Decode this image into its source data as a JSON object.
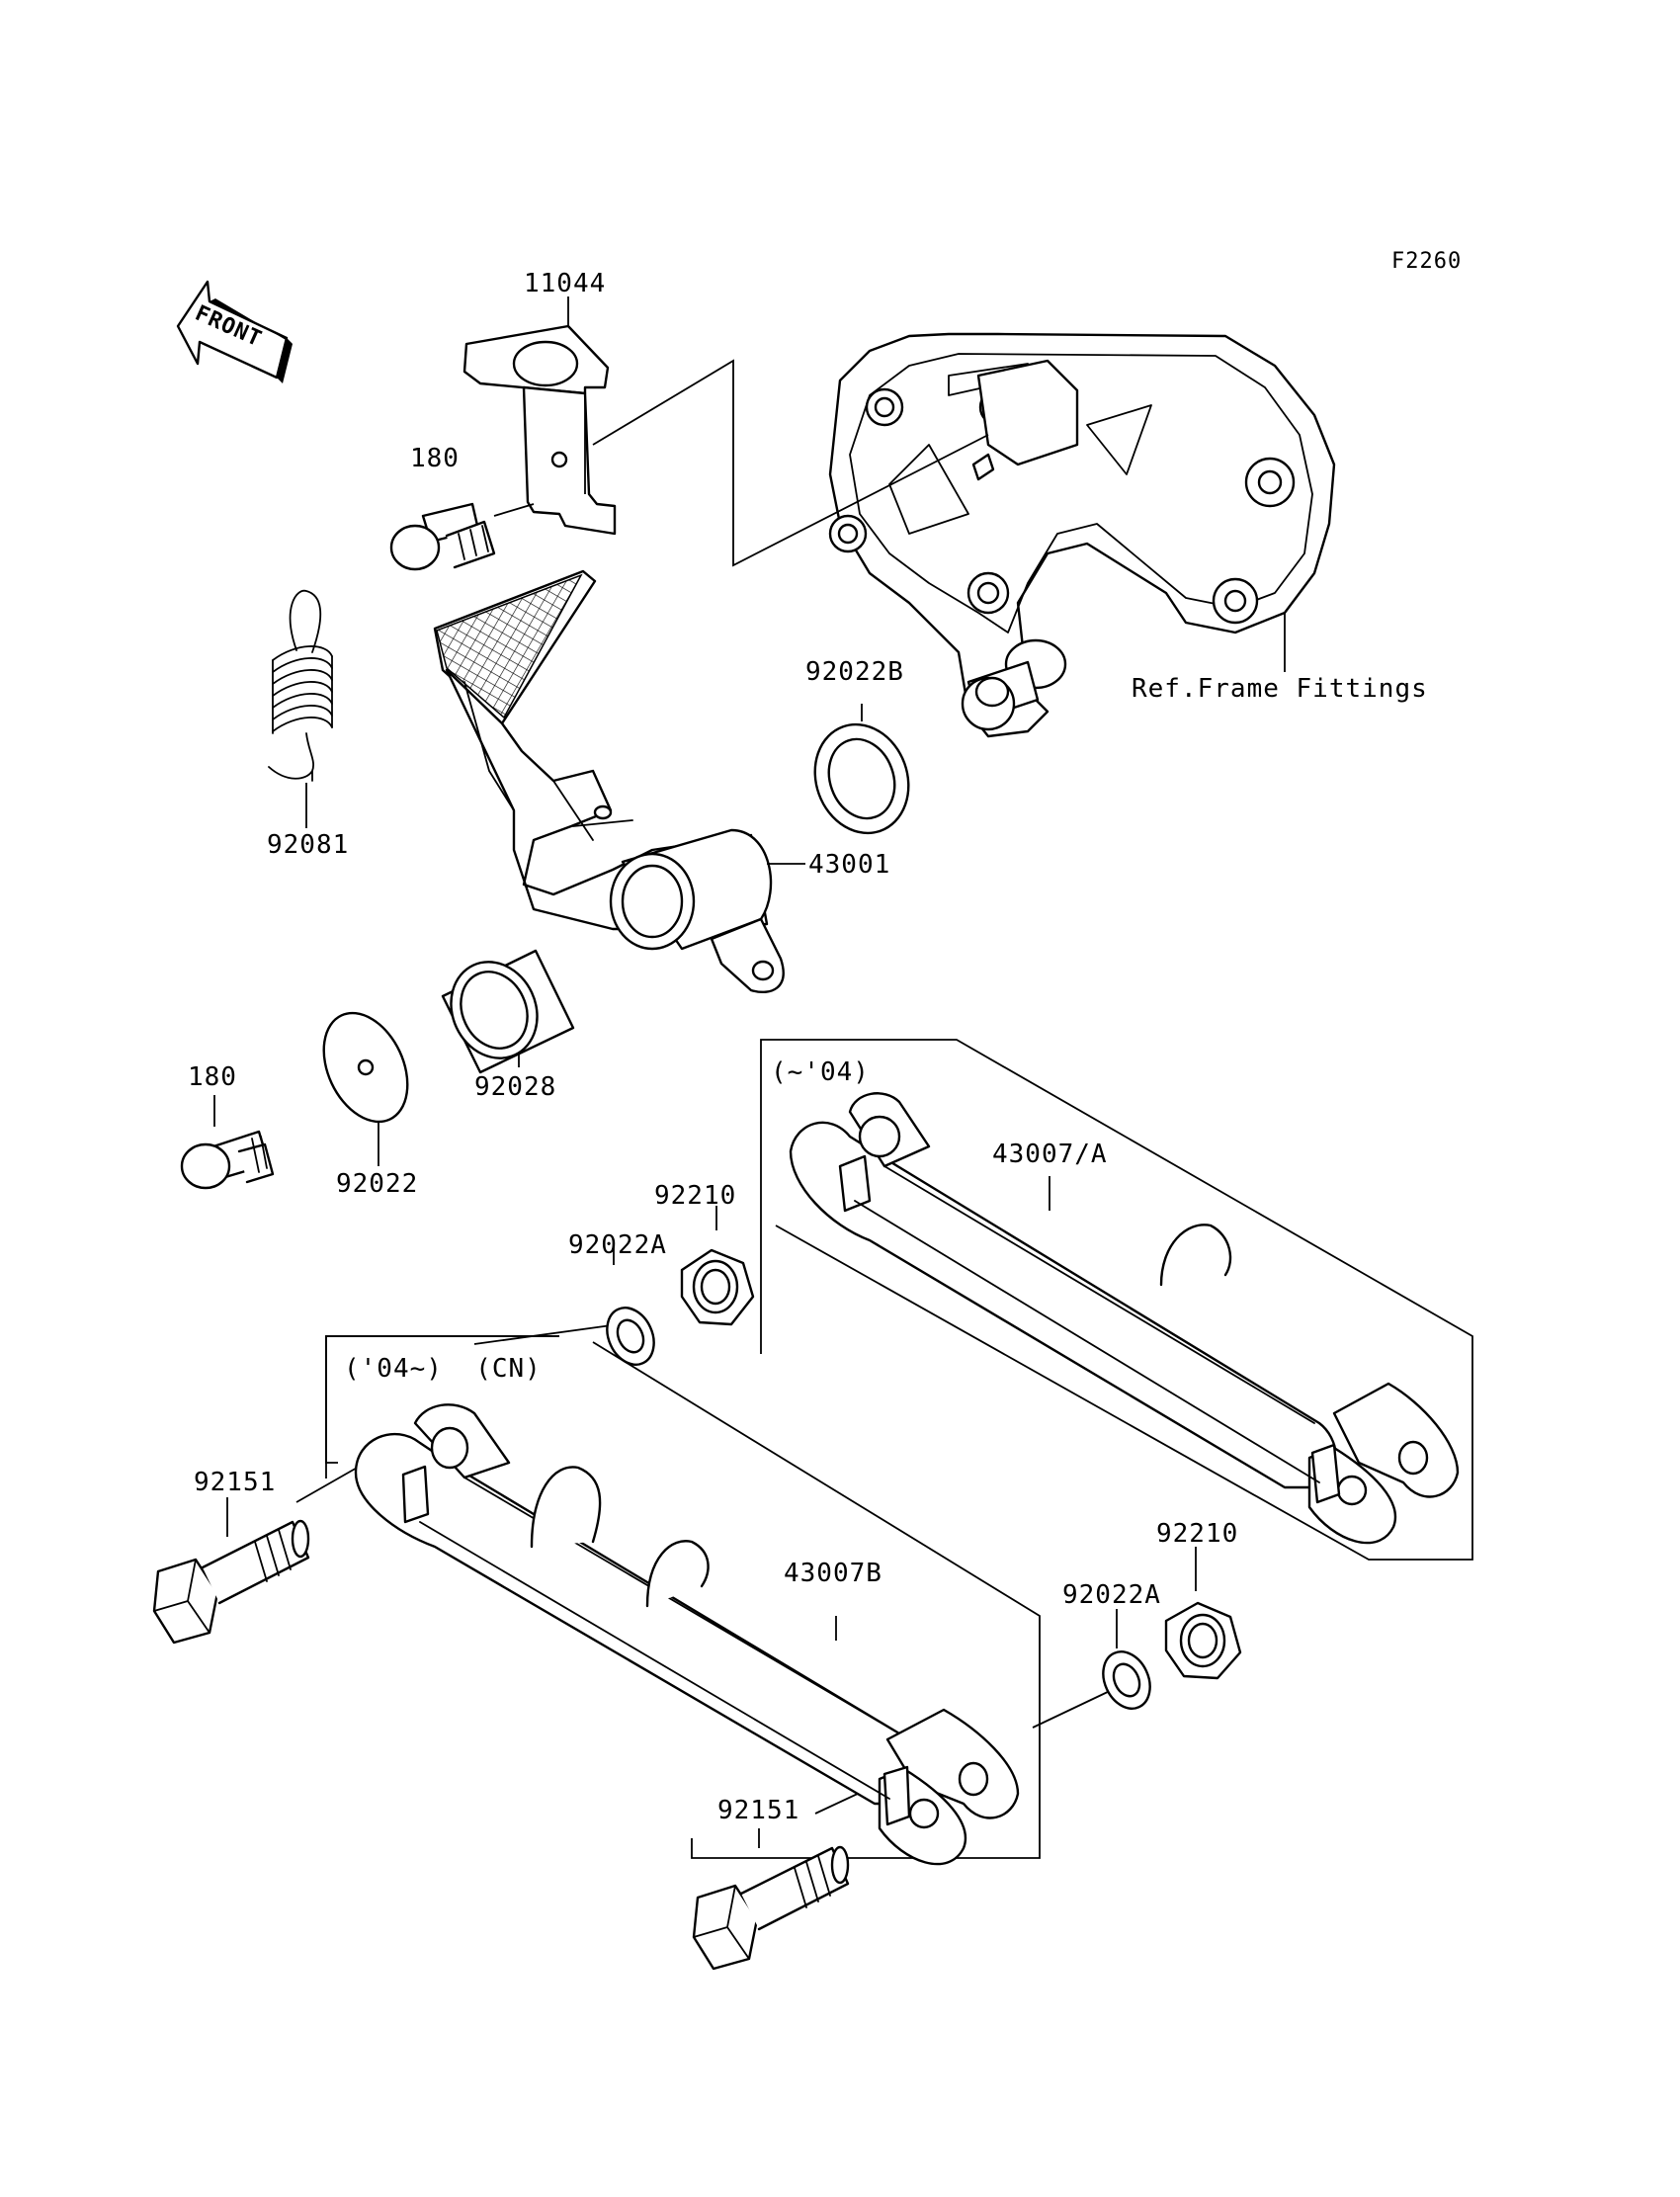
{
  "diagram_code": "F2260",
  "front_label": "FRONT",
  "reference_note": "Ref.Frame Fittings",
  "group_labels": {
    "early": "(~'04)",
    "late": "('04~)  (CN)"
  },
  "parts": [
    {
      "id": "p11044",
      "number": "11044"
    },
    {
      "id": "p180a",
      "number": "180"
    },
    {
      "id": "p92081",
      "number": "92081"
    },
    {
      "id": "p92022B",
      "number": "92022B"
    },
    {
      "id": "p43001",
      "number": "43001"
    },
    {
      "id": "p180b",
      "number": "180"
    },
    {
      "id": "p92022",
      "number": "92022"
    },
    {
      "id": "p92028",
      "number": "92028"
    },
    {
      "id": "p43007A",
      "number": "43007/A"
    },
    {
      "id": "p92210a",
      "number": "92210"
    },
    {
      "id": "p92022Aa",
      "number": "92022A"
    },
    {
      "id": "p92151a",
      "number": "92151"
    },
    {
      "id": "p43007B",
      "number": "43007B"
    },
    {
      "id": "p92210b",
      "number": "92210"
    },
    {
      "id": "p92022Ab",
      "number": "92022A"
    },
    {
      "id": "p92151b",
      "number": "92151"
    }
  ]
}
